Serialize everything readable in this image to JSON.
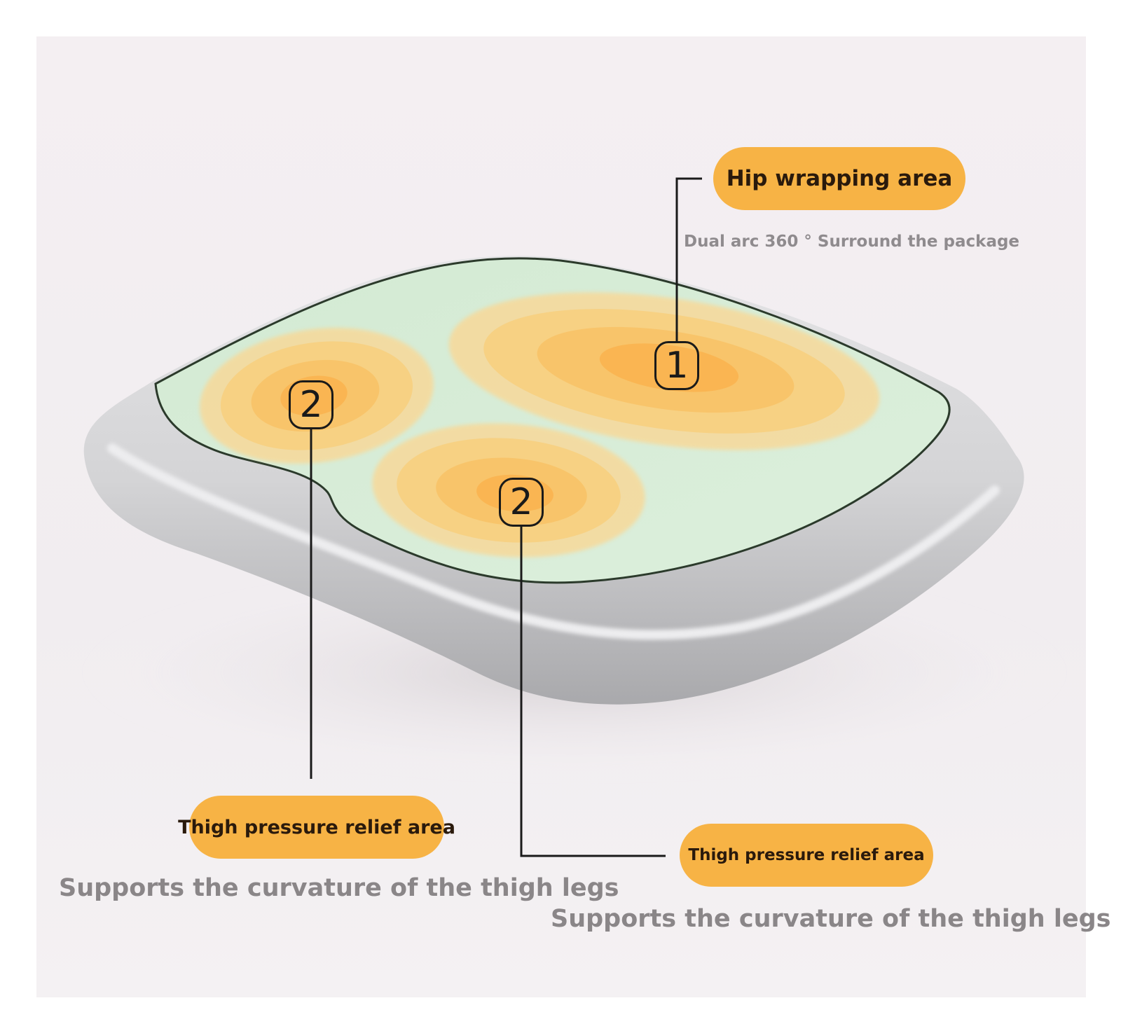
{
  "hip_zone": {
    "title": "Hip wrapping area",
    "caption": "Dual arc 360 ° Surround the package",
    "marker": "1"
  },
  "thigh_zone_left": {
    "title": "Thigh pressure relief area",
    "caption": "Supports the curvature of the thigh legs",
    "marker": "2"
  },
  "thigh_zone_right": {
    "title": "Thigh pressure relief area",
    "caption": "Supports the curvature of the thigh legs",
    "marker": "2"
  },
  "colors": {
    "label_fill": "#f7b345",
    "cushion_surface": "#d6ecd6",
    "cushion_rim": "#d5d5d7",
    "pressure_zone": "#f9c66a"
  }
}
